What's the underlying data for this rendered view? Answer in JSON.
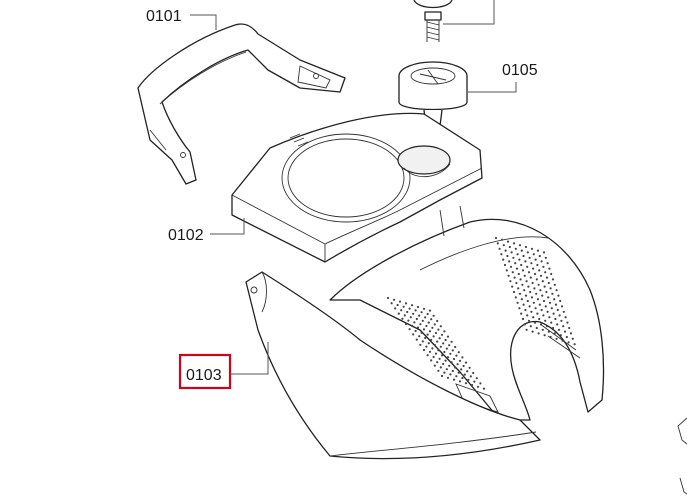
{
  "callouts": [
    {
      "id": "0101",
      "label": "0101",
      "highlighted": false
    },
    {
      "id": "0102",
      "label": "0102",
      "highlighted": false
    },
    {
      "id": "0103",
      "label": "0103",
      "highlighted": true
    },
    {
      "id": "0105",
      "label": "0105",
      "highlighted": false
    }
  ],
  "colors": {
    "line": "#222222",
    "highlight": "#d0021b",
    "background": "#ffffff"
  }
}
